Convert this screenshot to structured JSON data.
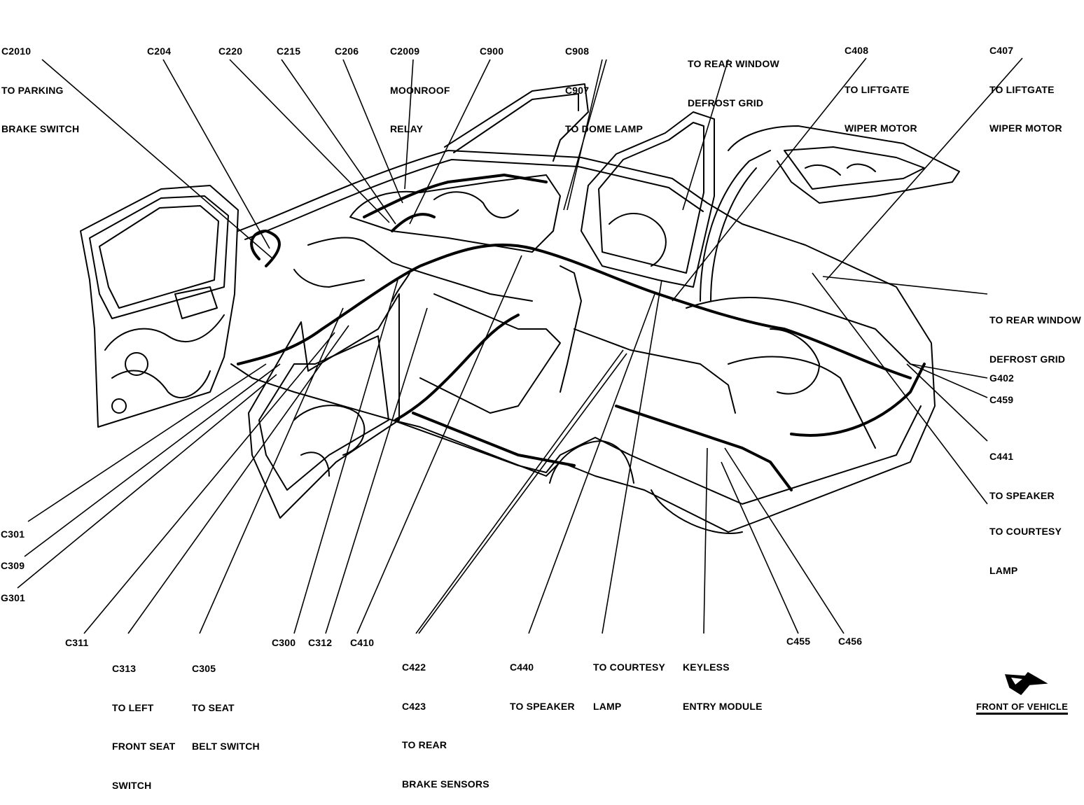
{
  "title": "Body Wiring Harness Component Locations",
  "orientation": {
    "label": "FRONT OF VEHICLE",
    "icon": "front-arrow-icon"
  },
  "labels": {
    "c2010": [
      "C2010",
      "TO PARKING",
      "BRAKE SWITCH"
    ],
    "c204": [
      "C204"
    ],
    "c220": [
      "C220"
    ],
    "c215": [
      "C215"
    ],
    "c206": [
      "C206"
    ],
    "c2009": [
      "C2009",
      "MOONROOF",
      "RELAY"
    ],
    "c900": [
      "C900"
    ],
    "c908": [
      "C908",
      "C907",
      "TO DOME LAMP"
    ],
    "rear_defrost_top": [
      "TO REAR WINDOW",
      "DEFROST GRID"
    ],
    "c408": [
      "C408",
      "TO LIFTGATE",
      "WIPER MOTOR"
    ],
    "c407": [
      "C407",
      "TO LIFTGATE",
      "WIPER MOTOR"
    ],
    "rear_defrost_right": [
      "TO REAR WINDOW",
      "DEFROST GRID"
    ],
    "g402": [
      "G402"
    ],
    "c459": [
      "C459"
    ],
    "c441": [
      "C441",
      "TO SPEAKER"
    ],
    "courtesy_right": [
      "TO COURTESY",
      "LAMP"
    ],
    "c301": [
      "C301"
    ],
    "c309": [
      "C309"
    ],
    "g301": [
      "G301"
    ],
    "c311": [
      "C311"
    ],
    "c313": [
      "C313",
      "TO LEFT",
      "FRONT SEAT",
      "SWITCH"
    ],
    "c305": [
      "C305",
      "TO SEAT",
      "BELT SWITCH"
    ],
    "c300": [
      "C300"
    ],
    "c312": [
      "C312"
    ],
    "c410": [
      "C410"
    ],
    "c422": [
      "C422",
      "C423",
      "TO REAR",
      "BRAKE SENSORS"
    ],
    "c440": [
      "C440",
      "TO SPEAKER"
    ],
    "courtesy_bottom": [
      "TO COURTESY",
      "LAMP"
    ],
    "keyless": [
      "KEYLESS",
      "ENTRY MODULE"
    ],
    "c455": [
      "C455"
    ],
    "c456": [
      "C456"
    ]
  }
}
